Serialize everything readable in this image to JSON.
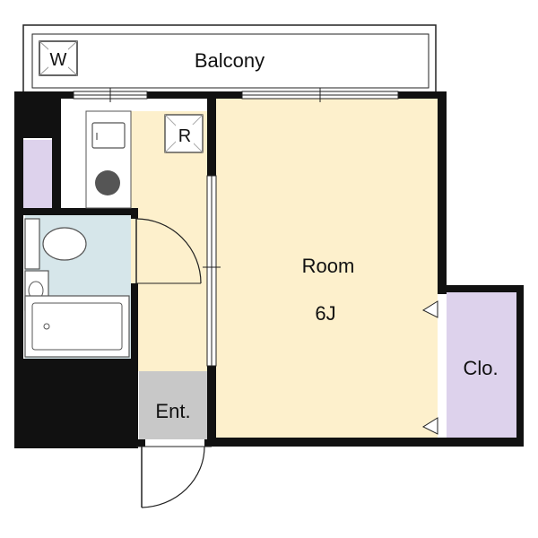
{
  "floorplan": {
    "labels": {
      "balcony": "Balcony",
      "washer": "W",
      "fridge": "R",
      "room_name": "Room",
      "room_size": "6J",
      "closet": "Clo.",
      "entrance": "Ent."
    },
    "colors": {
      "wall": "#111111",
      "living_floor": "#fdf0cc",
      "corridor_floor": "#fdf0cc",
      "closet_fill": "#ddd2ec",
      "bath_fill": "#d6e6ea",
      "entrance_fill": "#c8c8c8",
      "balcony_fill": "#ffffff",
      "fixture_fill": "#ffffff"
    }
  }
}
